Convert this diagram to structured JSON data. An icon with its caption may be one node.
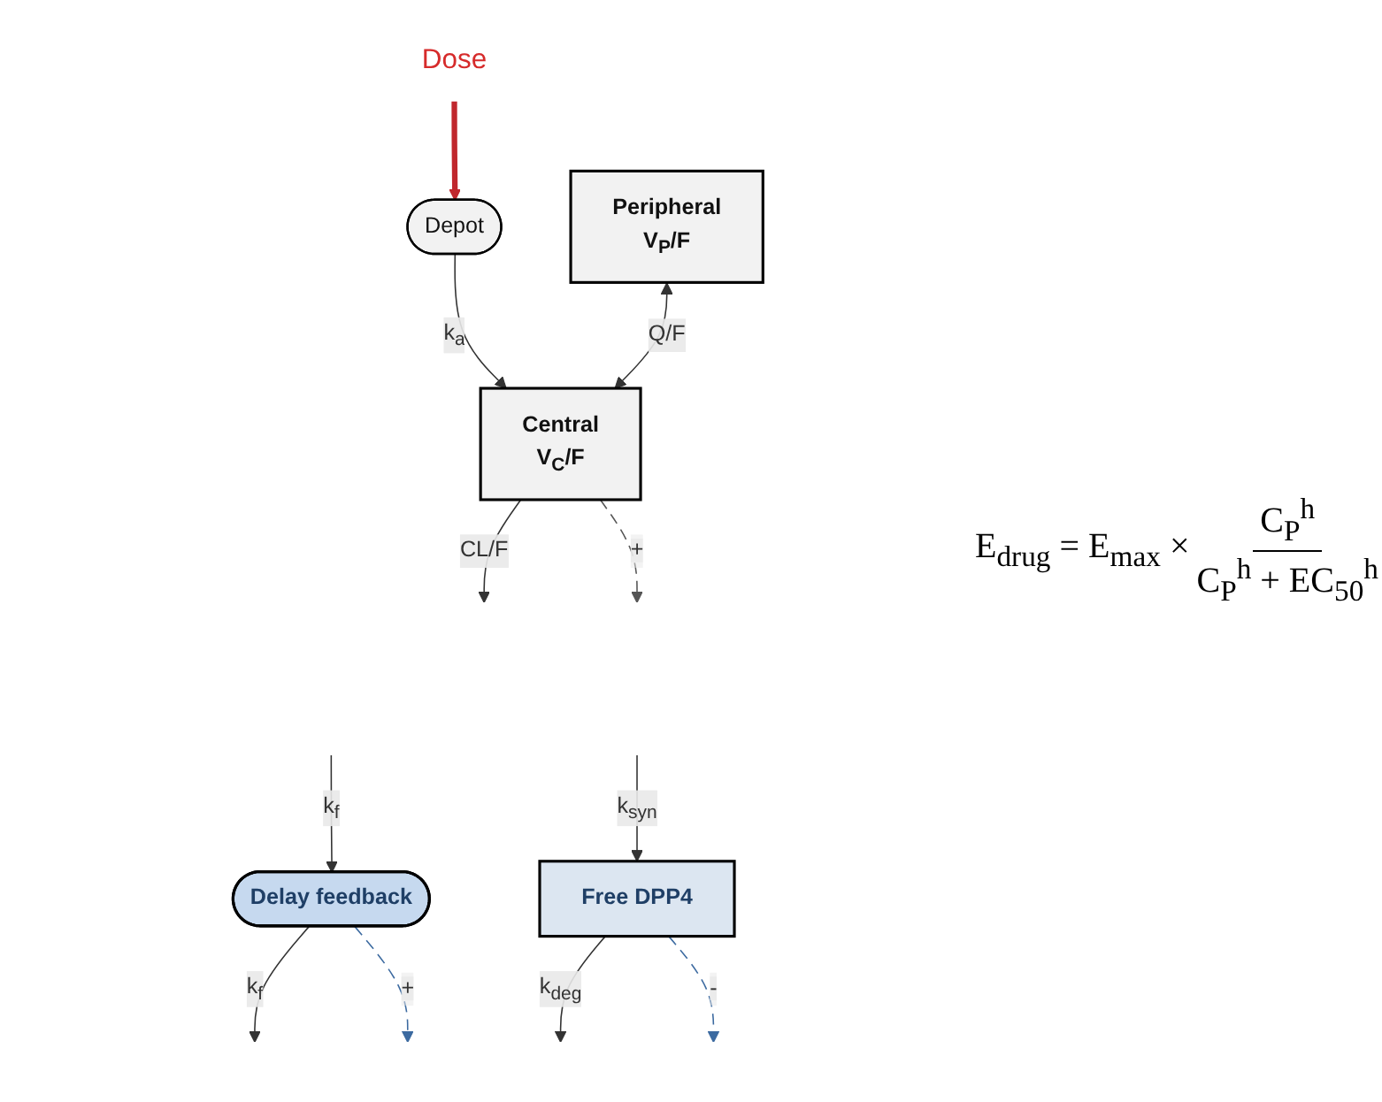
{
  "diagram": {
    "nodes": [
      {
        "text": [
          "Depot"
        ]
      },
      {
        "text": [
          "Dose"
        ]
      },
      {
        "text": [
          "Peripheral",
          "V$_{P}$/F"
        ]
      },
      {
        "text": [
          "Central",
          "V$_{C}$/F"
        ]
      },
      {
        "text": [
          "Delay feedback"
        ]
      },
      {
        "text": [
          "Free DPP4"
        ]
      }
    ],
    "edges": [
      {
        "from": 1,
        "to": 0,
        "arrow": "to",
        "style": "thick",
        "color": "#c0272d"
      },
      {
        "from": 0,
        "to": 3,
        "arrow": "to",
        "label": "k$_{a}$"
      },
      {
        "from": 2,
        "to": 3,
        "arrow": "both",
        "label": "Q/F"
      },
      {
        "from": 3,
        "to": null,
        "arrow": "to",
        "label": "CL/F"
      },
      {
        "from": null,
        "to": 4,
        "arrow": "to",
        "label": "k$_{f}$"
      },
      {
        "from": 4,
        "to": null,
        "arrow": "to",
        "label": "k$_{f}$"
      },
      {
        "from": null,
        "to": 5,
        "arrow": "to",
        "label": "k$_{syn}$"
      },
      {
        "from": 5,
        "to": null,
        "arrow": "to",
        "label": "k$_{deg}$"
      },
      {
        "from": 4,
        "to": null,
        "arrow": "to",
        "label": "+",
        "style": "dashed",
        "color": "#3c6aa0"
      },
      {
        "from": 5,
        "to": null,
        "arrow": "to",
        "label": "-",
        "style": "dashed",
        "color": "#3c6aa0"
      },
      {
        "from": 3,
        "to": null,
        "arrow": "to",
        "label": "+",
        "style": "dashed",
        "color": "#555555"
      }
    ],
    "labels": [
      "E$_{drug}$ = E$_{max}$ ×",
      "C$_{P}$$^{h}$",
      "C$_{P}$$^{h}$ + EC$_{50}$$^{h}$"
    ]
  }
}
